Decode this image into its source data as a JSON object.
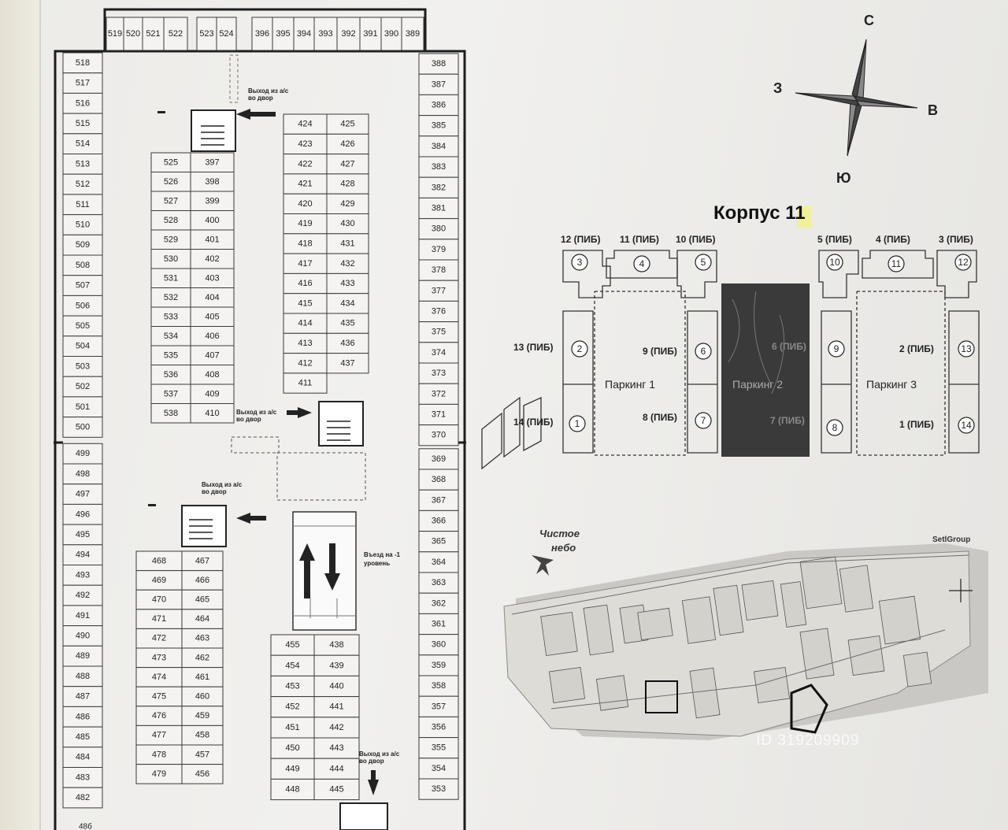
{
  "plan": {
    "top_row": [
      "519",
      "520",
      "521",
      "522",
      "523",
      "524",
      "396",
      "395",
      "394",
      "393",
      "392",
      "391",
      "390",
      "389"
    ],
    "left_column": [
      "518",
      "517",
      "516",
      "515",
      "514",
      "513",
      "512",
      "511",
      "510",
      "509",
      "508",
      "507",
      "506",
      "505",
      "504",
      "503",
      "502",
      "501",
      "500",
      "499",
      "498",
      "497",
      "496",
      "495",
      "494",
      "493",
      "492",
      "491",
      "490",
      "489",
      "488",
      "487",
      "486",
      "485",
      "484",
      "483",
      "482"
    ],
    "right_column": [
      "388",
      "387",
      "386",
      "385",
      "384",
      "383",
      "382",
      "381",
      "380",
      "379",
      "378",
      "377",
      "376",
      "375",
      "374",
      "373",
      "372",
      "371",
      "370",
      "369",
      "368",
      "367",
      "366",
      "365",
      "364",
      "363",
      "362",
      "361",
      "360",
      "359",
      "358",
      "357",
      "356",
      "355",
      "354",
      "353"
    ],
    "center_left_pairs": [
      [
        "525",
        "397"
      ],
      [
        "526",
        "398"
      ],
      [
        "527",
        "399"
      ],
      [
        "528",
        "400"
      ],
      [
        "529",
        "401"
      ],
      [
        "530",
        "402"
      ],
      [
        "531",
        "403"
      ],
      [
        "532",
        "404"
      ],
      [
        "533",
        "405"
      ],
      [
        "534",
        "406"
      ],
      [
        "535",
        "407"
      ],
      [
        "536",
        "408"
      ],
      [
        "537",
        "409"
      ],
      [
        "538",
        "410"
      ]
    ],
    "center_right_pairs": [
      [
        "424",
        "425"
      ],
      [
        "423",
        "426"
      ],
      [
        "422",
        "427"
      ],
      [
        "421",
        "428"
      ],
      [
        "420",
        "429"
      ],
      [
        "419",
        "430"
      ],
      [
        "418",
        "431"
      ],
      [
        "417",
        "432"
      ],
      [
        "416",
        "433"
      ],
      [
        "415",
        "434"
      ],
      [
        "414",
        "435"
      ],
      [
        "413",
        "436"
      ],
      [
        "412",
        "437"
      ],
      [
        "411",
        ""
      ]
    ],
    "lower_left_pairs": [
      [
        "468",
        "467"
      ],
      [
        "469",
        "466"
      ],
      [
        "470",
        "465"
      ],
      [
        "471",
        "464"
      ],
      [
        "472",
        "463"
      ],
      [
        "473",
        "462"
      ],
      [
        "474",
        "461"
      ],
      [
        "475",
        "460"
      ],
      [
        "476",
        "459"
      ],
      [
        "477",
        "458"
      ],
      [
        "478",
        "457"
      ],
      [
        "479",
        "456"
      ]
    ],
    "lower_right_pairs": [
      [
        "455",
        "438"
      ],
      [
        "454",
        "439"
      ],
      [
        "453",
        "440"
      ],
      [
        "452",
        "441"
      ],
      [
        "451",
        "442"
      ],
      [
        "450",
        "443"
      ],
      [
        "449",
        "444"
      ],
      [
        "448",
        "445"
      ]
    ],
    "highlighted_spot": "479",
    "highlight_color": "#8fa85c",
    "exit_label_1": "Выход из а/с",
    "exit_label_2": "во двор",
    "ramp_label_1": "Въезд на -1",
    "ramp_label_2": "уровень",
    "bottom_partial": "48б"
  },
  "compass": {
    "north": "С",
    "south": "Ю",
    "west": "З",
    "east": "В"
  },
  "scheme": {
    "title": "Корпус 11",
    "top_labels": [
      "12 (ПИБ)",
      "11 (ПИБ)",
      "10 (ПИБ)",
      "5 (ПИБ)",
      "4 (ПИБ)",
      "3 (ПИБ)"
    ],
    "side_labels": [
      "13 (ПИБ)",
      "9 (ПИБ)",
      "6 (ПИБ)",
      "2 (ПИБ)",
      "14 (ПИБ)",
      "8 (ПИБ)",
      "7 (ПИБ)",
      "1 (ПИБ)"
    ],
    "circles": [
      "3",
      "4",
      "5",
      "10",
      "11",
      "12",
      "2",
      "6",
      "9",
      "13",
      "1",
      "7",
      "8",
      "14"
    ],
    "parking": [
      "Паркинг 1",
      "Паркинг 2",
      "Паркинг 3"
    ],
    "highlight_color": "#3a3a3a"
  },
  "sitemap": {
    "logo_line1": "Чистое",
    "logo_line2": "небо",
    "brand": "SetlGroup",
    "watermark": "ID 319209909"
  }
}
